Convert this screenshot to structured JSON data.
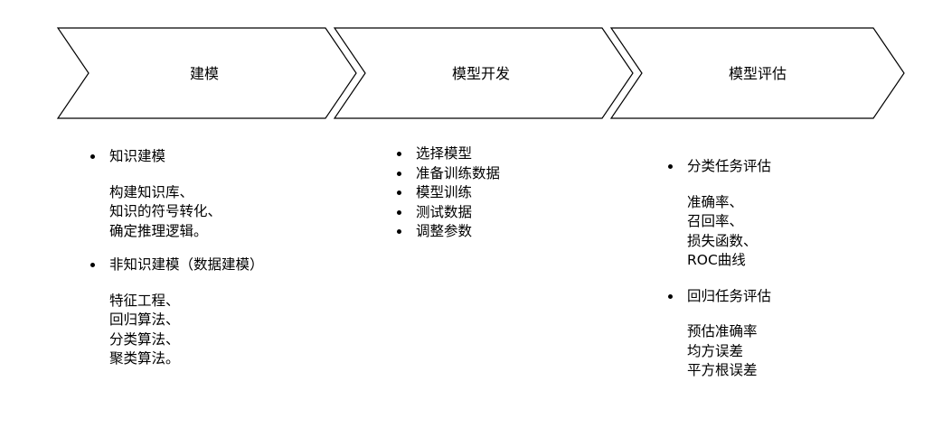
{
  "stages": [
    {
      "title": "建模"
    },
    {
      "title": "模型开发"
    },
    {
      "title": "模型评估"
    }
  ],
  "modeling": {
    "groups": [
      {
        "heading": "知识建模",
        "details": [
          "构建知识库、",
          "知识的符号转化、",
          "确定推理逻辑。"
        ]
      },
      {
        "heading": "非知识建模（数据建模）",
        "details": [
          "特征工程、",
          "回归算法、",
          "分类算法、",
          "聚类算法。"
        ]
      }
    ]
  },
  "development": {
    "items": [
      "选择模型",
      "准备训练数据",
      "模型训练",
      "测试数据",
      "调整参数"
    ]
  },
  "evaluation": {
    "groups": [
      {
        "heading": "分类任务评估",
        "details": [
          "准确率、",
          "召回率、",
          "损失函数、",
          "ROC曲线"
        ]
      },
      {
        "heading": "回归任务评估",
        "details": [
          "预估准确率",
          "均方误差",
          "平方根误差"
        ]
      }
    ]
  }
}
